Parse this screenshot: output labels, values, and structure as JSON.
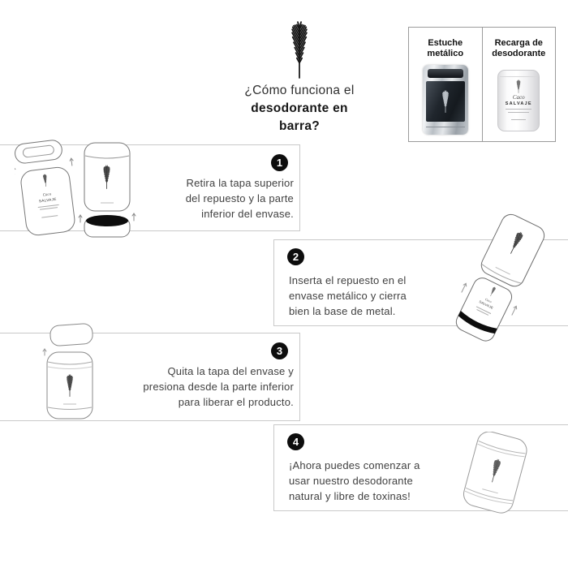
{
  "header": {
    "title_line1": "¿Cómo funciona el",
    "title_line2": "desodorante en",
    "title_line3": "barra?"
  },
  "legend": {
    "left_label": "Estuche metálico",
    "right_label": "Recarga de desodorante"
  },
  "product": {
    "brand_script": "Caco",
    "brand_name": "SALVAJE"
  },
  "steps": [
    {
      "number": "1",
      "lines": [
        "Retira la tapa superior",
        "del repuesto y la parte",
        "inferior del envase."
      ]
    },
    {
      "number": "2",
      "lines": [
        "Inserta el repuesto en el",
        "envase metálico y cierra",
        "bien la base de metal."
      ]
    },
    {
      "number": "3",
      "lines": [
        "Quita la tapa del envase y",
        "presiona desde la parte inferior",
        "para liberar el producto."
      ]
    },
    {
      "number": "4",
      "lines": [
        "¡Ahora puedes comenzar a",
        "usar nuestro desodorante",
        "natural y libre de toxinas!"
      ]
    }
  ],
  "colors": {
    "badge": "#0d0d0d",
    "text": "#414141",
    "step_border": "#c9c9c9",
    "legend_border": "#9b9b9b",
    "metal_panel": "#1d2227",
    "black_band": "#0d0d0d"
  }
}
